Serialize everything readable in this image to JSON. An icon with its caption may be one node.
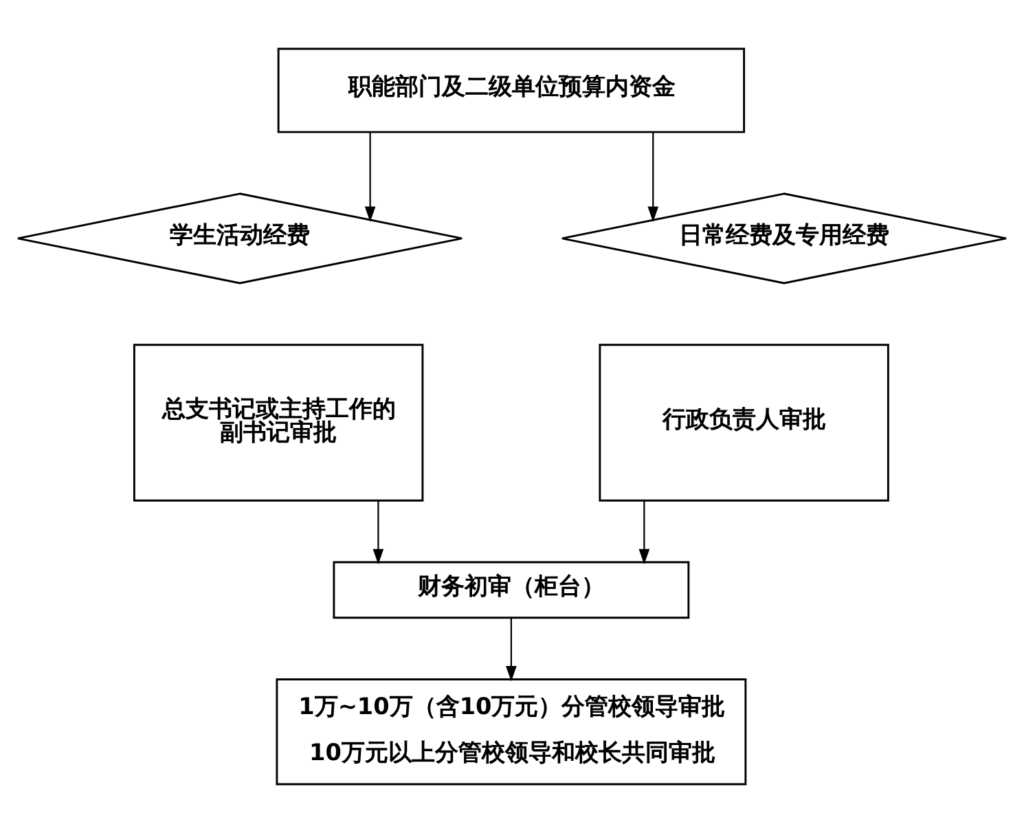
{
  "diagram": {
    "nodes": [
      {
        "text": [
          "职能部门及二级单位预算内资金"
        ]
      },
      {
        "text": [
          "学生活动经费"
        ]
      },
      {
        "text": [
          "日常经费及专用经费"
        ]
      },
      {
        "text": [
          "总支书记或主持工作的副书记审批"
        ]
      },
      {
        "text": [
          "行政负责人审批"
        ]
      },
      {
        "text": [
          "财务初审（柜台）"
        ]
      },
      {
        "text": [
          "1万~10万（含10万元）分管校领导审批",
          "10万元以上分管校领导和校长共同审批"
        ]
      }
    ],
    "edges": [
      {
        "from": 0,
        "to": 1,
        "arrow": "to"
      },
      {
        "from": 0,
        "to": 2,
        "arrow": "to"
      },
      {
        "from": 3,
        "to": 5,
        "arrow": "to"
      },
      {
        "from": 4,
        "to": 5,
        "arrow": "to"
      },
      {
        "from": 5,
        "to": 6,
        "arrow": "to"
      }
    ]
  }
}
